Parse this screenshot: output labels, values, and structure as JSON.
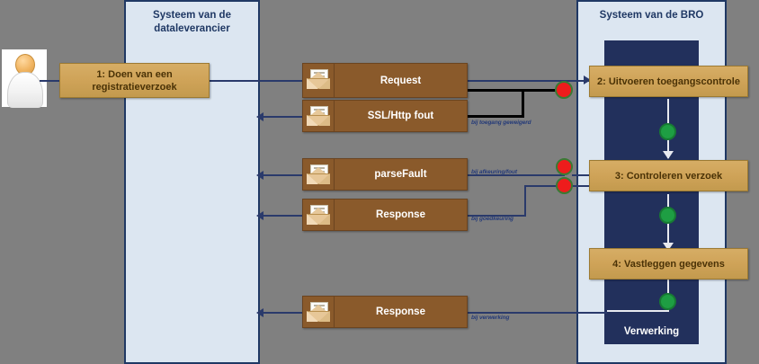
{
  "diagram": {
    "title": "Registratieverzoek procesdiagram",
    "colors": {
      "background": "#808080",
      "lane_fill": "#dce6f1",
      "lane_border": "#1f3864",
      "navy_band": "#22305c",
      "task_fill": "#cfa358",
      "message_fill": "#8a5a2b",
      "error_event": "#ee1c1c",
      "success_event": "#1e9e43",
      "connector": "#2a3a6b"
    }
  },
  "lanes": [
    {
      "id": "datalever",
      "title_line1": "Systeem van de",
      "title_line2": "dataleverancier"
    },
    {
      "id": "bro",
      "title_line1": "Systeem van de BRO",
      "title_line2": ""
    }
  ],
  "actor": {
    "name": "actor-dataleverancier"
  },
  "tasks": [
    {
      "id": "task-1",
      "label_line1": "1: Doen van een",
      "label_line2": "registratieverzoek",
      "lane": "datalever"
    },
    {
      "id": "task-2",
      "label": "2: Uitvoeren toegangscontrole",
      "lane": "bro"
    },
    {
      "id": "task-3",
      "label": "3:  Controleren verzoek",
      "lane": "bro"
    },
    {
      "id": "task-4",
      "label": "4: Vastleggen gegevens",
      "lane": "bro"
    }
  ],
  "messages": [
    {
      "id": "msg-request-top",
      "label": "Request",
      "icon": "envelope-icon"
    },
    {
      "id": "msg-ssl-http-fout",
      "label": "SSL/Http fout",
      "icon": "envelope-icon"
    },
    {
      "id": "msg-parsefault",
      "label": "parseFault",
      "icon": "envelope-icon"
    },
    {
      "id": "msg-response-mid",
      "label": "Response",
      "icon": "envelope-icon"
    },
    {
      "id": "msg-response-bottom",
      "label": "Response",
      "icon": "envelope-icon"
    }
  ],
  "annotations": [
    {
      "id": "anno-toegang",
      "text": "bij toegang geweigerd"
    },
    {
      "id": "anno-afkeur",
      "text": "bij afkeuring/fout"
    },
    {
      "id": "anno-goedkeuring",
      "text": "bij goedkeuring"
    },
    {
      "id": "anno-verwerking",
      "text": "bij verwerking"
    }
  ],
  "process_band": {
    "label": "Verwerking"
  },
  "events": [
    {
      "id": "event-error-toegang",
      "type": "error",
      "color": "#ee1c1c"
    },
    {
      "id": "event-error-afkeur",
      "type": "error",
      "color": "#ee1c1c"
    },
    {
      "id": "event-error-goedkeuring",
      "type": "error",
      "color": "#ee1c1c"
    },
    {
      "id": "event-ok-1",
      "type": "success",
      "color": "#1e9e43"
    },
    {
      "id": "event-ok-2",
      "type": "success",
      "color": "#1e9e43"
    },
    {
      "id": "event-ok-3",
      "type": "success",
      "color": "#1e9e43"
    }
  ]
}
